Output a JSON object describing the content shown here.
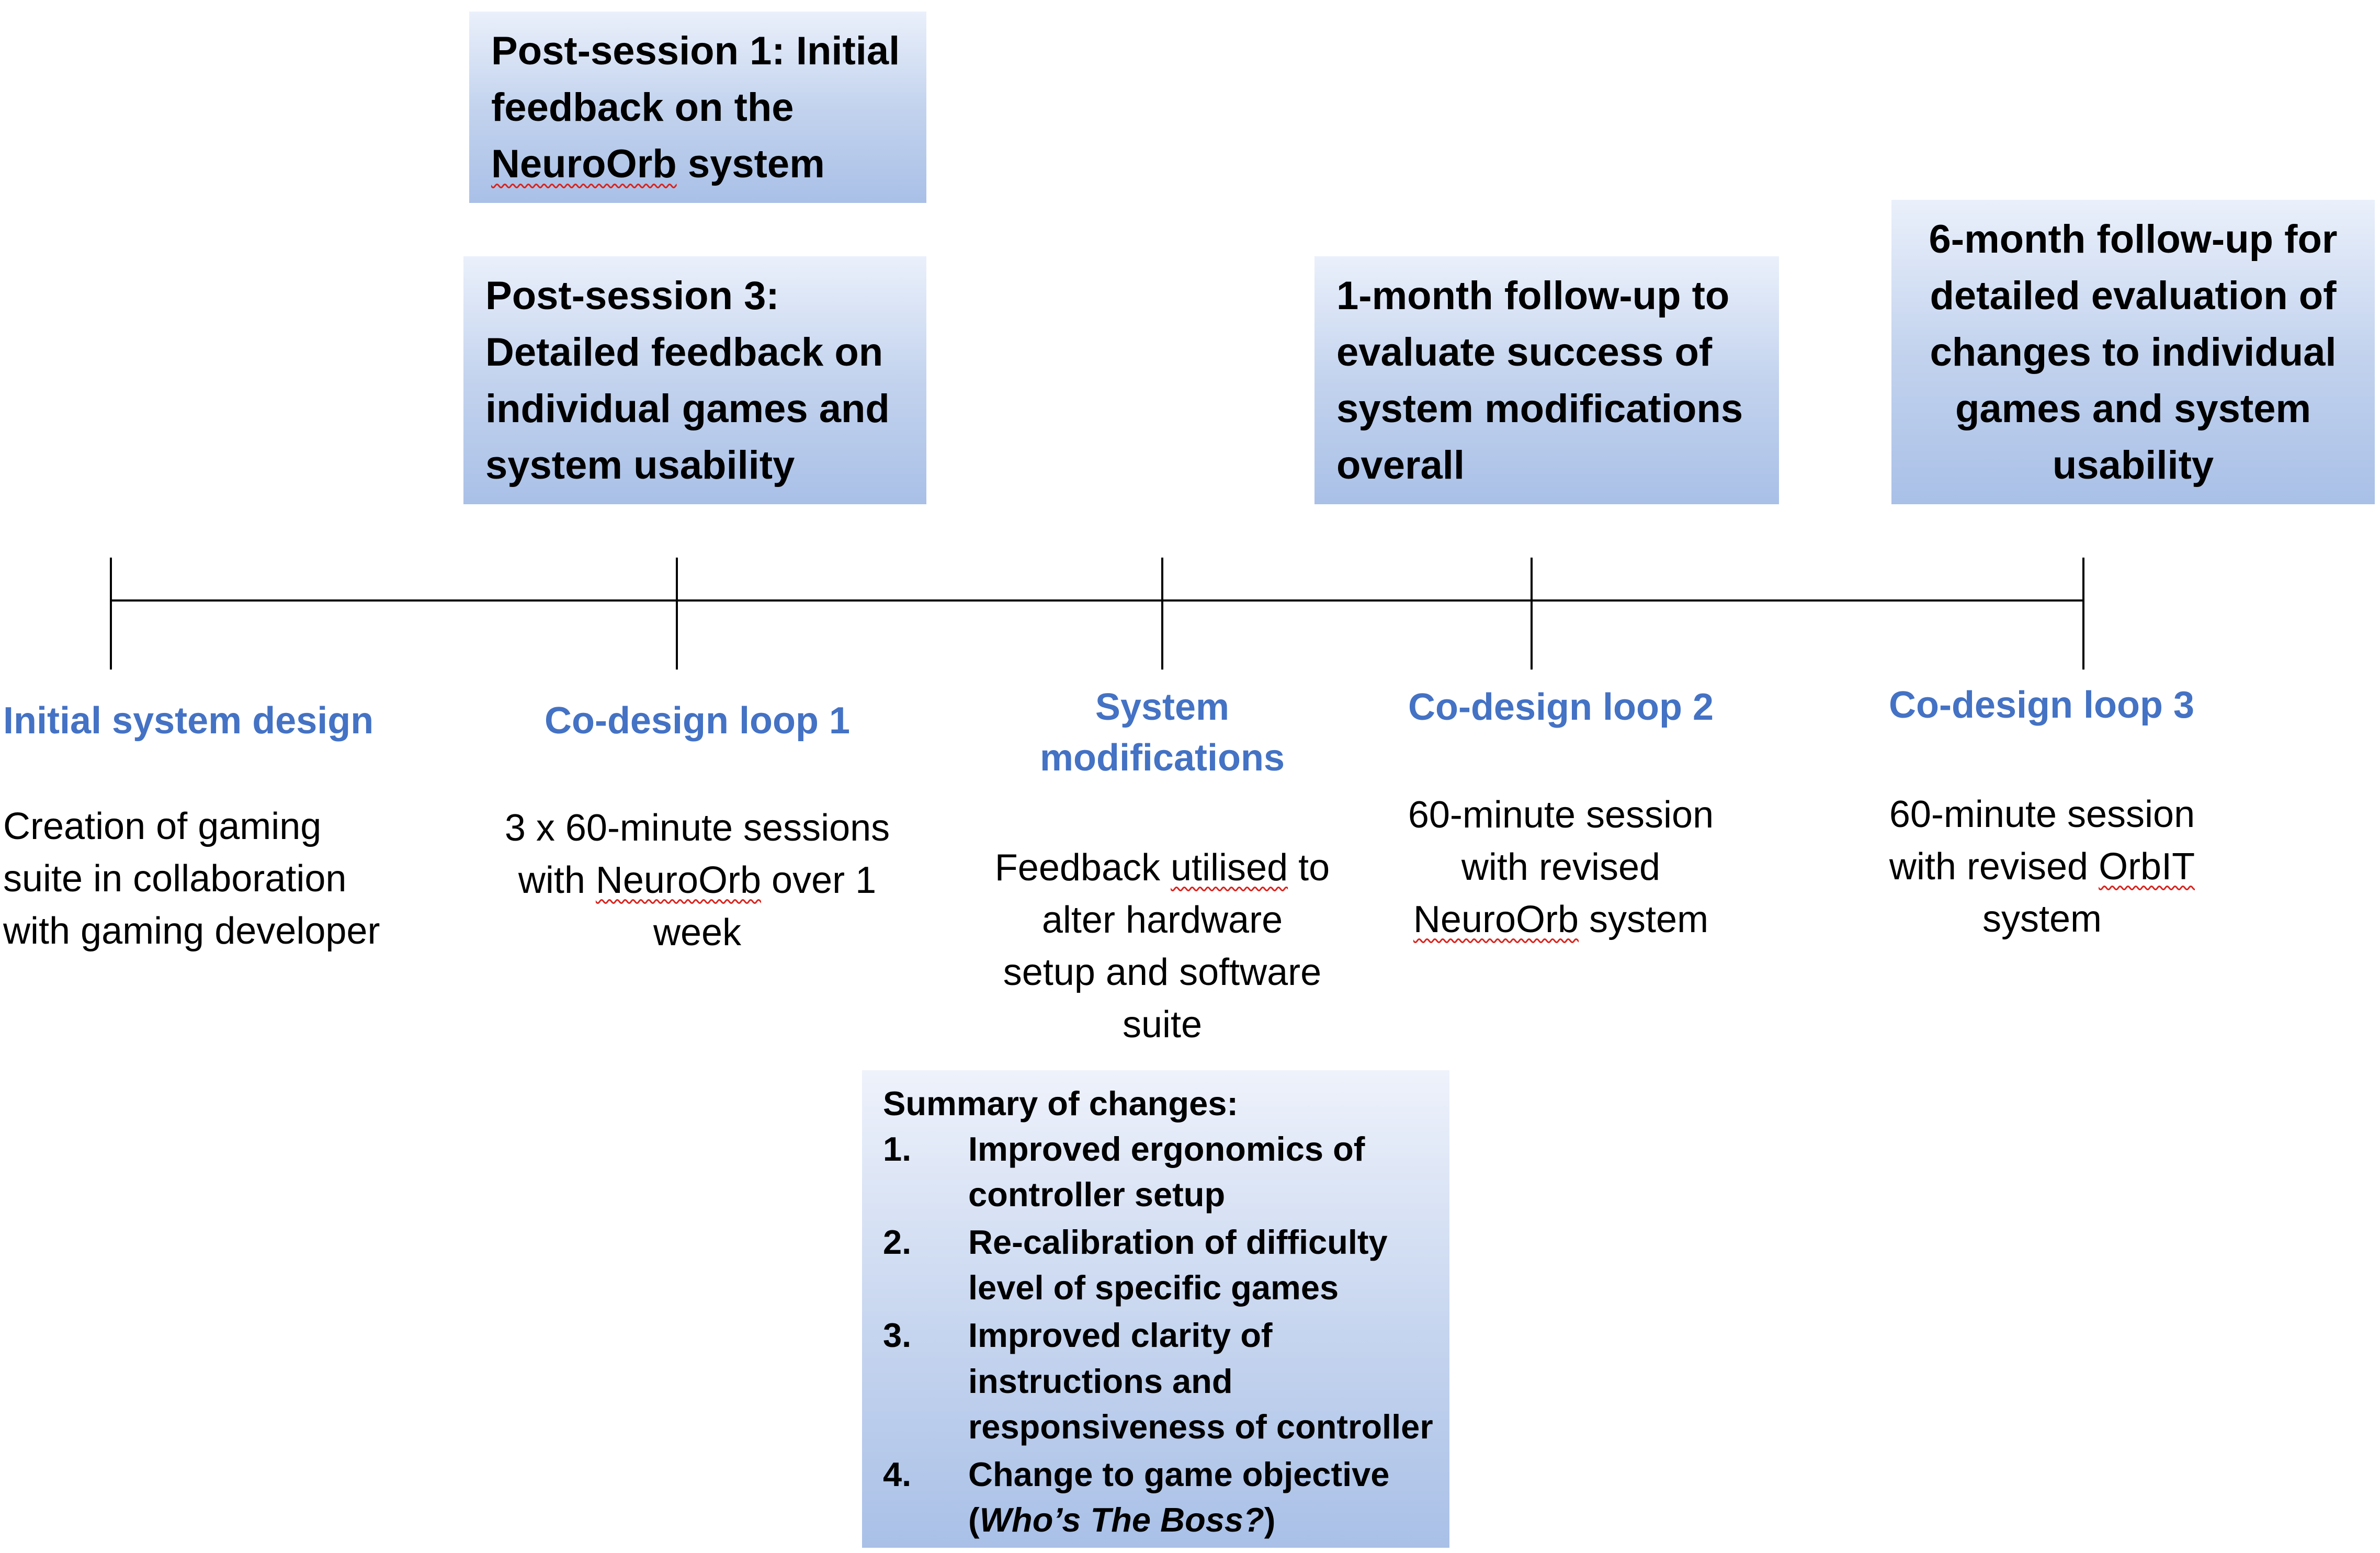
{
  "feedback_boxes": {
    "post_session_1": {
      "lines": [
        "Post-session 1: Initial",
        "feedback on the"
      ],
      "last_line_term": "NeuroOrb",
      "last_line_rest": " system"
    },
    "post_session_3": {
      "lines": [
        "Post-session 3:",
        "Detailed feedback on",
        "individual games and",
        "system usability"
      ]
    },
    "one_month": {
      "lines": [
        "1-month follow-up to",
        "evaluate success of",
        "system modifications",
        "overall"
      ]
    },
    "six_month": {
      "lines": [
        "6-month follow-up for",
        "detailed evaluation of",
        "changes to individual",
        "games and system",
        "usability"
      ]
    }
  },
  "stages": [
    {
      "title_lines": [
        "Initial system design"
      ],
      "desc_lines": [
        "Creation of gaming",
        "suite in collaboration",
        "with gaming developer"
      ]
    },
    {
      "title_lines": [
        "Co-design loop 1"
      ],
      "desc_line1": "3 x 60-minute sessions",
      "desc_line2_pre": "with ",
      "desc_line2_term": "NeuroOrb",
      "desc_line2_post": " over 1",
      "desc_line3": "week"
    },
    {
      "title_lines": [
        "System",
        "modifications"
      ],
      "desc_line1_pre": "Feedback ",
      "desc_line1_term": "utilised",
      "desc_line1_post": " to",
      "desc_lines_rest": [
        "alter hardware",
        "setup and software",
        "suite"
      ]
    },
    {
      "title_lines": [
        "Co-design loop 2"
      ],
      "desc_lines": [
        "60-minute session",
        "with revised"
      ],
      "desc_line3_term": "NeuroOrb",
      "desc_line3_post": " system"
    },
    {
      "title_lines": [
        "Co-design loop 3"
      ],
      "desc_line1": "60-minute session",
      "desc_line2_pre": "with revised ",
      "desc_line2_term": "OrbIT",
      "desc_line3": "system"
    }
  ],
  "summary": {
    "title": "Summary of changes:",
    "items": [
      {
        "num": "1.",
        "lines": [
          "Improved ergonomics of",
          "controller setup"
        ]
      },
      {
        "num": "2.",
        "lines": [
          "Re-calibration of difficulty",
          "level of specific games"
        ]
      },
      {
        "num": "3.",
        "lines": [
          "Improved clarity of",
          "instructions and",
          "responsiveness of controller"
        ]
      },
      {
        "num": "4.",
        "line1": "Change to game objective",
        "line2_open": "(",
        "line2_italic": "Who’s The Boss?",
        "line2_close": ")"
      }
    ]
  },
  "colors": {
    "stage_title": "#4472c4",
    "box_gradient_top": "#eaf0fb",
    "box_gradient_bottom": "#a9c0e7",
    "spellcheck_underline": "#d9231d"
  }
}
